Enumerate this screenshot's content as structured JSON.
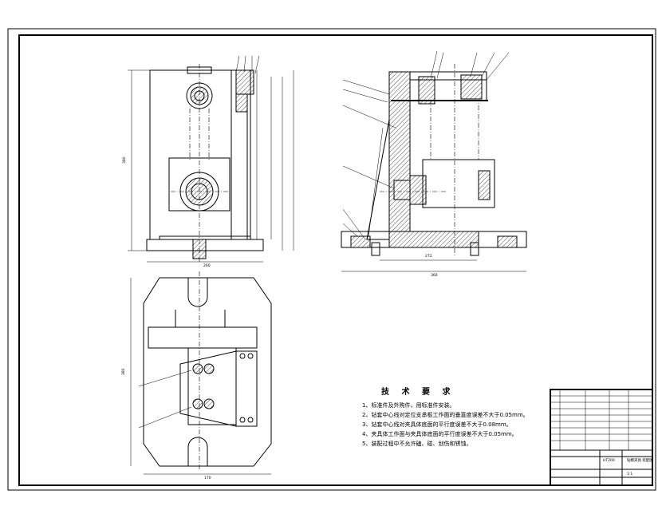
{
  "technical_requirements": {
    "title": "技 术 要 求",
    "items": [
      "1、标准件及外购件，用标准件安装。",
      "2、钻套中心线对定位支承板工作面的垂直度误差不大于0.05mm。",
      "3、钻套中心线对夹具体底面的平行度误差不大于0.08mm。",
      "4、夹具体工作面与夹具体底面的平行度误差不大于0.05mm。",
      "5、装配过程中不允许磕、碰、划伤和锈蚀。"
    ]
  },
  "title_block": {
    "drawing_name": "钻模夹具\n装配图",
    "scale_label": "1:1",
    "material": "HT200"
  },
  "dimensions": {
    "front_height": "380",
    "front_width": "260",
    "section_width": "360",
    "section_inner": "272",
    "top_height": "380",
    "top_width": "170"
  },
  "colors": {
    "line": "#000000",
    "background": "#ffffff"
  }
}
